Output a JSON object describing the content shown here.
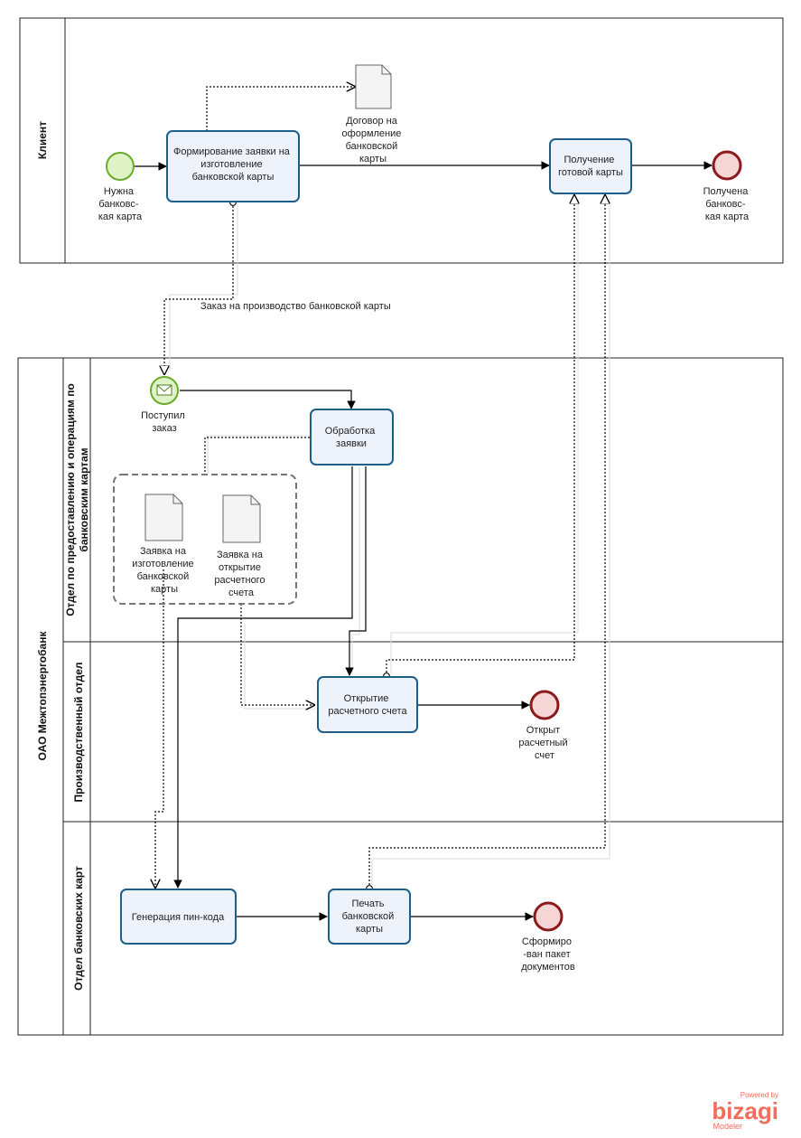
{
  "pools": {
    "client": {
      "label": "Клиент"
    },
    "bank": {
      "label": "ОАО Межтопэнергобанк",
      "lanes": {
        "lane1_line1": "Отдел по предоставлению и операциям по",
        "lane1_line2": "банковским картам",
        "lane2": "Производственный отдел",
        "lane3": "Отдел банковских карт"
      }
    }
  },
  "events": {
    "start": [
      "Нужна",
      "банковс-",
      "кая карта"
    ],
    "end_client": [
      "Получена",
      "банковс-",
      "кая карта"
    ],
    "message_start": [
      "Поступил",
      "заказ"
    ],
    "end_account": [
      "Открыт",
      "расчетный",
      "счет"
    ],
    "end_docs": [
      "Сформиро",
      "-ван пакет",
      "документов"
    ]
  },
  "tasks": {
    "form_request": [
      "Формирование заявки на",
      "изготовление",
      "банковской карты"
    ],
    "receive_card": [
      "Получение",
      "готовой карты"
    ],
    "process_request": [
      "Обработка",
      "заявки"
    ],
    "open_account": [
      "Открытие",
      "расчетного счета"
    ],
    "gen_pin": [
      "Генерация пин-кода"
    ],
    "print_card": [
      "Печать",
      "банковской",
      "карты"
    ]
  },
  "documents": {
    "contract": [
      "Договор на",
      "оформление",
      "банковской",
      "карты"
    ],
    "card_request": [
      "Заявка на",
      "изготовление",
      "банковской",
      "карты"
    ],
    "account_request": [
      "Заявка на",
      "открытие",
      "расчетного",
      "счета"
    ]
  },
  "message_flow_label": "Заказ на производство банковской карты",
  "branding": {
    "powered_by": "Powered by",
    "logo": "bizagi",
    "product": "Modeler"
  },
  "colors": {
    "task_stroke": "#1b5f8a",
    "task_fill": "#eef3fb",
    "start_stroke": "#6aab2b",
    "start_fill": "#dff3c6",
    "end_stroke": "#8b1a1a",
    "end_fill": "#f6d5d5",
    "logo": "#f26d5b"
  }
}
